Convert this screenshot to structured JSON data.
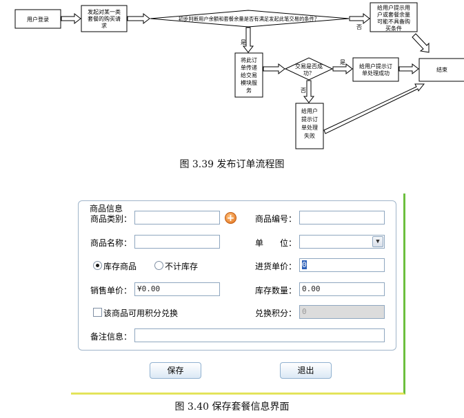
{
  "flowchart": {
    "start": "用户登录",
    "request": [
      "发起对某一类",
      "套餐的购买请",
      "求"
    ],
    "decision1": "初步判断用户余额和套餐余量是否有满足发起此笔交易的条件？",
    "no_label_1": "否",
    "insufficient": [
      "给用户提示用",
      "户或套餐余量",
      "可能不具备购",
      "买条件"
    ],
    "yes_label_1": "是",
    "pass_to_trade": [
      "将此订",
      "单传递",
      "给交易",
      "模块服",
      "务"
    ],
    "decision2": [
      "交易是否成",
      "功？"
    ],
    "yes_label_2": "是",
    "success": [
      "给用户提示订",
      "单处理成功"
    ],
    "end": "结束",
    "no_label_2": "否",
    "failure": [
      "给用户",
      "提示订",
      "单处理",
      "失败"
    ]
  },
  "caption1": "图 3.39  发布订单流程图",
  "form": {
    "group_title": "商品信息",
    "category_label": "商品类别：",
    "category_value": "",
    "product_code_label": "商品编号：",
    "product_code_value": "",
    "product_name_label": "商品名称：",
    "product_name_value": "",
    "unit_label": "单　　位：",
    "unit_value": "",
    "radio_stock_label": "库存商品",
    "radio_nostock_label": "不计库存",
    "radio_selected": "库存商品",
    "purchase_price_label": "进货单价：",
    "purchase_price_value": "0",
    "sale_price_label": "销售单价：",
    "sale_price_value": "¥0.00",
    "stock_qty_label": "库存数量：",
    "stock_qty_value": "0.00",
    "points_checkbox_label": "该商品可用积分兑换",
    "points_checked": false,
    "points_label": "兑换积分：",
    "points_value": "0",
    "remark_label": "备注信息：",
    "remark_value": "",
    "save_button": "保存",
    "exit_button": "退出"
  },
  "caption2": "图 3.40  保存套餐信息界面",
  "icons": {
    "add_category": "plus-circle-icon",
    "unit_dropdown": "chevron-down-icon"
  }
}
